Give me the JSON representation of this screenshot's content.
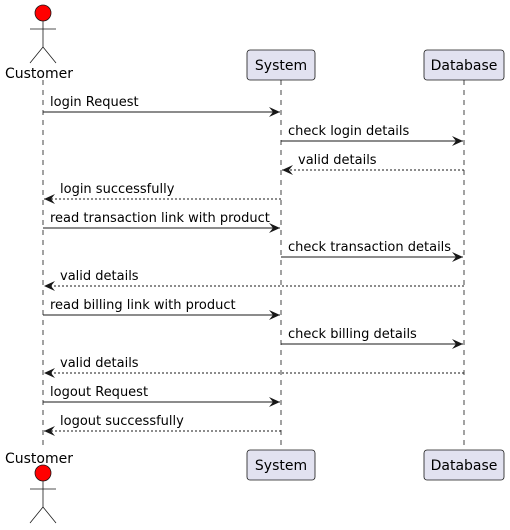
{
  "participants": [
    {
      "id": "customer",
      "label": "Customer",
      "kind": "actor"
    },
    {
      "id": "system",
      "label": "System",
      "kind": "box"
    },
    {
      "id": "database",
      "label": "Database",
      "kind": "box"
    }
  ],
  "messages": [
    {
      "from": "customer",
      "to": "system",
      "label": "login Request",
      "style": "solid"
    },
    {
      "from": "system",
      "to": "database",
      "label": "check login details",
      "style": "solid"
    },
    {
      "from": "database",
      "to": "system",
      "label": "valid details",
      "style": "dashed"
    },
    {
      "from": "system",
      "to": "customer",
      "label": "login successfully",
      "style": "dashed"
    },
    {
      "from": "customer",
      "to": "system",
      "label": "read transaction link with product",
      "style": "solid"
    },
    {
      "from": "system",
      "to": "database",
      "label": "check transaction details",
      "style": "solid"
    },
    {
      "from": "database",
      "to": "customer",
      "label": "valid details",
      "style": "dashed"
    },
    {
      "from": "customer",
      "to": "system",
      "label": "read billing link with product",
      "style": "solid"
    },
    {
      "from": "system",
      "to": "database",
      "label": "check billing details",
      "style": "solid"
    },
    {
      "from": "database",
      "to": "customer",
      "label": "valid details",
      "style": "dashed"
    },
    {
      "from": "customer",
      "to": "system",
      "label": "logout Request",
      "style": "solid"
    },
    {
      "from": "system",
      "to": "customer",
      "label": "logout successfully",
      "style": "dashed"
    }
  ],
  "colors": {
    "participant_fill": "#e2e2f0",
    "participant_border": "#181818",
    "actor_head": "#ff0000",
    "lifeline": "#181818",
    "arrow": "#181818"
  }
}
